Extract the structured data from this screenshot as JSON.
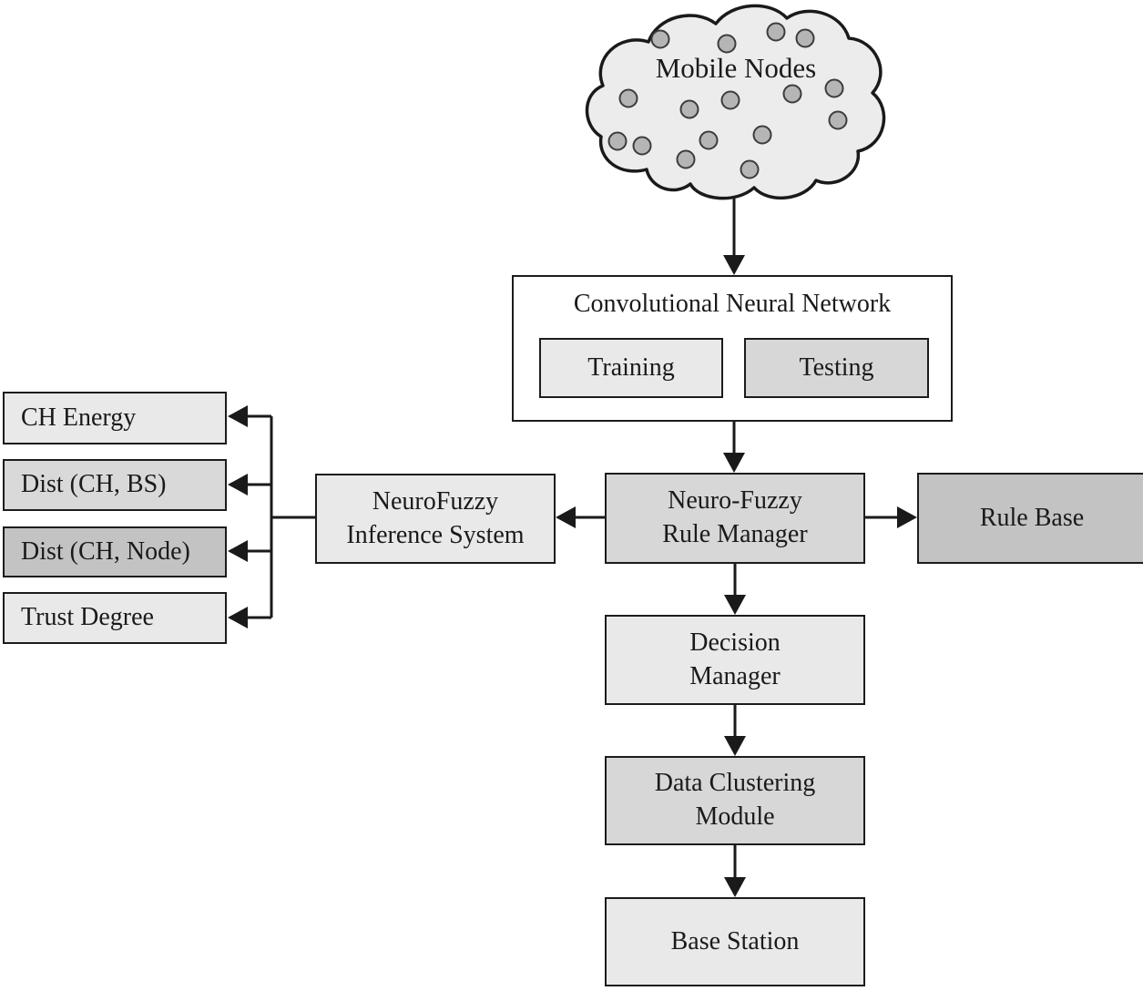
{
  "palette": {
    "background": "#ffffff",
    "line": "#1a1a1a",
    "box_light": "#e9e9e9",
    "box_medium": "#d7d7d7",
    "box_dark": "#c3c3c3",
    "cloud_fill": "#ececec",
    "node_dot_fill": "#b5b5b5"
  },
  "diagram": {
    "cloud_label": "Mobile Nodes",
    "cnn": {
      "title": "Convolutional Neural Network",
      "training_label": "Training",
      "testing_label": "Testing"
    },
    "left_inputs": {
      "ch_energy": "CH Energy",
      "dist_ch_bs": "Dist (CH, BS)",
      "dist_ch_node": "Dist (CH, Node)",
      "trust_degree": "Trust Degree"
    },
    "nfis_label": "NeuroFuzzy\nInference System",
    "rule_manager_label": "Neuro-Fuzzy\nRule Manager",
    "rule_base_label": "Rule Base",
    "decision_manager_label": "Decision\nManager",
    "data_clustering_label": "Data Clustering\nModule",
    "base_station_label": "Base Station"
  }
}
